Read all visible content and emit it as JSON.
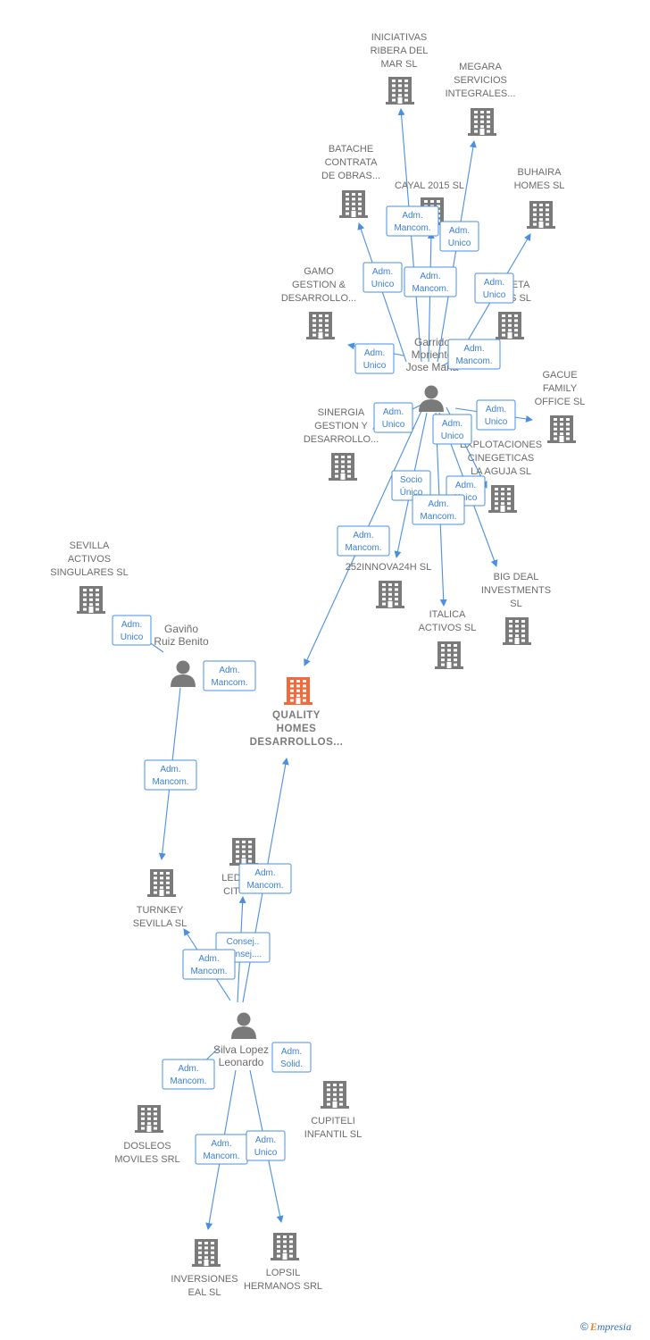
{
  "colors": {
    "edge": "#4a8fe0",
    "building": "#7a7a7a",
    "focus": "#f26a3c",
    "person": "#7a7a7a"
  },
  "companies": [
    {
      "id": "iniciativas",
      "lines": [
        "INICIATIVAS",
        "RIBERA DEL",
        "MAR  SL"
      ]
    },
    {
      "id": "megara",
      "lines": [
        "MEGARA",
        "SERVICIOS",
        "INTEGRALES..."
      ]
    },
    {
      "id": "batache",
      "lines": [
        "BATACHE",
        "CONTRATA",
        "DE OBRAS..."
      ]
    },
    {
      "id": "cayal",
      "lines": [
        "CAYAL 2015  SL"
      ]
    },
    {
      "id": "buhaira",
      "lines": [
        "BUHAIRA",
        "HOMES  SL"
      ]
    },
    {
      "id": "gamo",
      "lines": [
        "GAMO",
        "GESTION &",
        "DESARROLLO..."
      ]
    },
    {
      "id": "eta",
      "lines": [
        "ETA",
        "S  SL"
      ]
    },
    {
      "id": "gacue",
      "lines": [
        "GACUE",
        "FAMILY",
        "OFFICE  SL"
      ]
    },
    {
      "id": "sinergia",
      "lines": [
        "SINERGIA",
        "GESTION Y",
        "DESARROLLO..."
      ]
    },
    {
      "id": "explotaciones",
      "lines": [
        "EXPLOTACIONES",
        "CINEGETICAS",
        "LA AGUJA  SL"
      ]
    },
    {
      "id": "innova",
      "lines": [
        "252INNOVA24H SL"
      ]
    },
    {
      "id": "bigdeal",
      "lines": [
        "BIG DEAL",
        "INVESTMENTS",
        "SL"
      ]
    },
    {
      "id": "italica",
      "lines": [
        "ITALICA",
        "ACTIVOS SL"
      ]
    },
    {
      "id": "sevilla",
      "lines": [
        "SEVILLA",
        "ACTIVOS",
        "SINGULARES SL"
      ]
    },
    {
      "id": "quality",
      "lines": [
        "QUALITY",
        "HOMES",
        "DESARROLLOS..."
      ],
      "focus": true
    },
    {
      "id": "ledcit",
      "lines": [
        "LED",
        "CIT"
      ]
    },
    {
      "id": "turnkey",
      "lines": [
        "TURNKEY",
        "SEVILLA  SL"
      ]
    },
    {
      "id": "cupiteli",
      "lines": [
        "CUPITELI",
        "INFANTIL SL"
      ]
    },
    {
      "id": "dosleos",
      "lines": [
        "DOSLEOS",
        "MOVILES SRL"
      ]
    },
    {
      "id": "inversiones",
      "lines": [
        "INVERSIONES",
        "EAL  SL"
      ]
    },
    {
      "id": "lopsil",
      "lines": [
        "LOPSIL",
        "HERMANOS SRL"
      ]
    }
  ],
  "persons": [
    {
      "id": "garrido",
      "lines": [
        "Garrido",
        "Moriente",
        "Jose Maria"
      ]
    },
    {
      "id": "gavino",
      "lines": [
        "Gaviño",
        "Ruiz Benito"
      ]
    },
    {
      "id": "silva",
      "lines": [
        "Silva Lopez",
        "Leonardo"
      ]
    }
  ],
  "relations": [
    {
      "from": "garrido",
      "to": "iniciativas",
      "lines": [
        "Adm.",
        "Mancom."
      ]
    },
    {
      "from": "garrido",
      "to": "megara",
      "lines": [
        "Adm.",
        "Unico"
      ]
    },
    {
      "from": "garrido",
      "to": "batache",
      "lines": [
        "Adm.",
        "Unico"
      ]
    },
    {
      "from": "garrido",
      "to": "cayal",
      "lines": [
        "Adm.",
        "Mancom."
      ]
    },
    {
      "from": "garrido",
      "to": "buhaira",
      "lines": [
        "Adm.",
        "Unico"
      ]
    },
    {
      "from": "garrido",
      "to": "gamo",
      "lines": [
        "Adm.",
        "Unico"
      ]
    },
    {
      "from": "garrido",
      "to": "eta",
      "lines": [
        "Adm.",
        "Mancom."
      ]
    },
    {
      "from": "garrido",
      "to": "gacue",
      "lines": [
        "Adm.",
        "Unico"
      ]
    },
    {
      "from": "garrido",
      "to": "sinergia",
      "lines": [
        "Adm.",
        "Unico"
      ]
    },
    {
      "from": "garrido",
      "to": "explotaciones",
      "lines": [
        "Adm.",
        "Unico"
      ]
    },
    {
      "from": "garrido",
      "to": "innova",
      "lines": [
        "Socio",
        "Único"
      ]
    },
    {
      "from": "garrido",
      "to": "bigdeal",
      "lines": [
        "Adm.",
        "Unico"
      ]
    },
    {
      "from": "garrido",
      "to": "italica",
      "lines": [
        "Adm.",
        "Mancom."
      ]
    },
    {
      "from": "garrido",
      "to": "quality",
      "lines": [
        "Adm.",
        "Mancom."
      ]
    },
    {
      "from": "gavino",
      "to": "sevilla",
      "lines": [
        "Adm.",
        "Unico"
      ]
    },
    {
      "from": "gavino",
      "to": "quality",
      "lines": [
        "Adm.",
        "Mancom."
      ]
    },
    {
      "from": "gavino",
      "to": "turnkey",
      "lines": [
        "Adm.",
        "Mancom."
      ]
    },
    {
      "from": "silva",
      "to": "quality",
      "lines": [
        "Adm.",
        "Mancom."
      ]
    },
    {
      "from": "silva",
      "to": "ledcit",
      "lines": [
        "Consej..",
        "Consej...."
      ]
    },
    {
      "from": "silva",
      "to": "turnkey",
      "lines": [
        "Adm.",
        "Mancom."
      ]
    },
    {
      "from": "silva",
      "to": "cupiteli",
      "lines": [
        "Adm.",
        "Solid."
      ]
    },
    {
      "from": "silva",
      "to": "dosleos",
      "lines": [
        "Adm.",
        "Mancom."
      ]
    },
    {
      "from": "silva",
      "to": "inversiones",
      "lines": [
        "Adm.",
        "Mancom."
      ]
    },
    {
      "from": "silva",
      "to": "lopsil",
      "lines": [
        "Adm.",
        "Unico"
      ]
    }
  ],
  "footer": {
    "copyright": "©",
    "brand_initial": "E",
    "brand_rest": "mpresia"
  }
}
